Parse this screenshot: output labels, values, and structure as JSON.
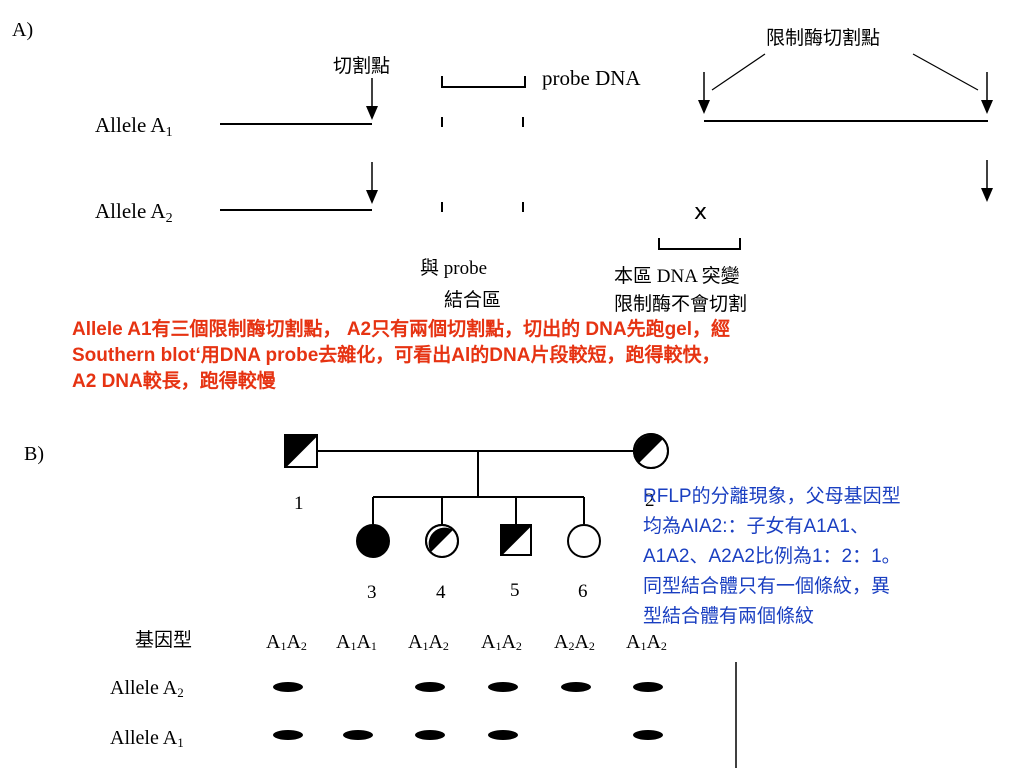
{
  "panel_a": {
    "label": "A)",
    "cut_site_label": "切割點",
    "restriction_sites_label": "限制酶切割點",
    "probe_label": "probe  DNA",
    "allele_a1_prefix": "Allele A",
    "allele_a1_sub": "1",
    "allele_a2_prefix": "Allele A",
    "allele_a2_sub": "2",
    "mutation_mark": "x",
    "probe_binding_line1": "與 probe",
    "probe_binding_line2": "結合區",
    "mutation_line1": "本區 DNA 突變",
    "mutation_line2": "限制酶不會切割"
  },
  "red_note": {
    "line1": "Allele A1有三個限制酶切割點， A2只有兩個切割點，切出的 DNA先跑gel，經",
    "line2": "Southern blot‘用DNA probe去雜化，可看出Al的DNA片段較短，跑得較快，",
    "line3": "A2 DNA較長，跑得較慢",
    "color": "#e63312"
  },
  "panel_b": {
    "label": "B)",
    "father_number": "1",
    "mother_number": "2",
    "child_numbers": [
      "3",
      "4",
      "5",
      "6"
    ],
    "genotype_header": "基因型",
    "genotypes": [
      "A1A2",
      "A1A1",
      "A1A2",
      "A1A2",
      "A2A2",
      "A1A2"
    ],
    "allele_a2_row_prefix": "Allele A",
    "allele_a2_row_sub": "2",
    "allele_a1_row_prefix": "Allele A",
    "allele_a1_row_sub": "1",
    "bands_a2": [
      true,
      false,
      true,
      true,
      true,
      true
    ],
    "bands_a1": [
      true,
      true,
      true,
      true,
      false,
      true
    ]
  },
  "blue_note": {
    "line1": "RFLP的分離現象，父母基因型",
    "line2": "均為AIA2:：子女有A1A1、",
    "line3": "A1A2、A2A2比例為1：2：1。",
    "line4": "同型結合體只有一個條紋，異",
    "line5": "型結合體有兩個條紋",
    "color": "#1a3fc1"
  }
}
